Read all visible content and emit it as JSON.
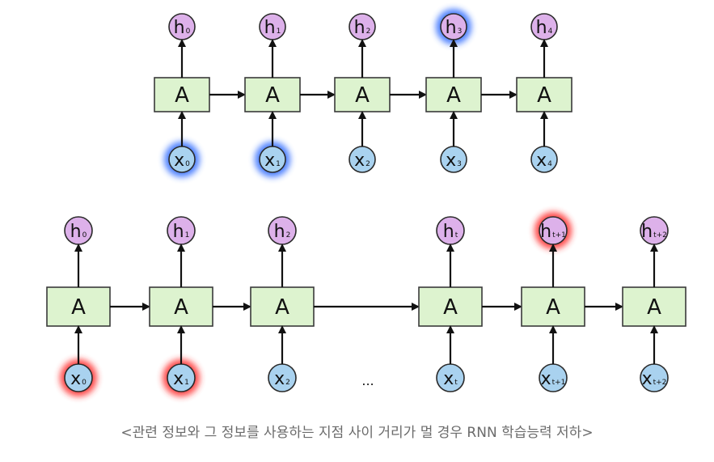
{
  "top_row": {
    "cell_label": "A",
    "inputs": [
      {
        "base": "x",
        "sub": "0",
        "highlight": "blue"
      },
      {
        "base": "x",
        "sub": "1",
        "highlight": "blue"
      },
      {
        "base": "x",
        "sub": "2",
        "highlight": "none"
      },
      {
        "base": "x",
        "sub": "3",
        "highlight": "none"
      },
      {
        "base": "x",
        "sub": "4",
        "highlight": "none"
      }
    ],
    "outputs": [
      {
        "base": "h",
        "sub": "0",
        "highlight": "none"
      },
      {
        "base": "h",
        "sub": "1",
        "highlight": "none"
      },
      {
        "base": "h",
        "sub": "2",
        "highlight": "none"
      },
      {
        "base": "h",
        "sub": "3",
        "highlight": "blue"
      },
      {
        "base": "h",
        "sub": "4",
        "highlight": "none"
      }
    ]
  },
  "bottom_row": {
    "cell_label": "A",
    "gap_text": "...",
    "inputs": [
      {
        "base": "x",
        "sub": "0",
        "highlight": "red"
      },
      {
        "base": "x",
        "sub": "1",
        "highlight": "red"
      },
      {
        "base": "x",
        "sub": "2",
        "highlight": "none"
      },
      {
        "base": "x",
        "sub": "t",
        "highlight": "none"
      },
      {
        "base": "x",
        "sub": "t+1",
        "highlight": "none"
      },
      {
        "base": "x",
        "sub": "t+2",
        "highlight": "none"
      }
    ],
    "outputs": [
      {
        "base": "h",
        "sub": "0",
        "highlight": "none"
      },
      {
        "base": "h",
        "sub": "1",
        "highlight": "none"
      },
      {
        "base": "h",
        "sub": "2",
        "highlight": "none"
      },
      {
        "base": "h",
        "sub": "t",
        "highlight": "none"
      },
      {
        "base": "h",
        "sub": "t+1",
        "highlight": "red"
      },
      {
        "base": "h",
        "sub": "t+2",
        "highlight": "none"
      }
    ]
  },
  "caption": "<관련 정보와 그 정보를 사용하는 지점 사이 거리가 멀 경우 RNN 학습능력 저하>",
  "colors": {
    "cell_fill": "#ddf3cf",
    "input_fill": "#a9d2ef",
    "output_fill": "#ddb1ea",
    "highlight_blue": "#2f6bff",
    "highlight_red": "#ff2a2a"
  }
}
